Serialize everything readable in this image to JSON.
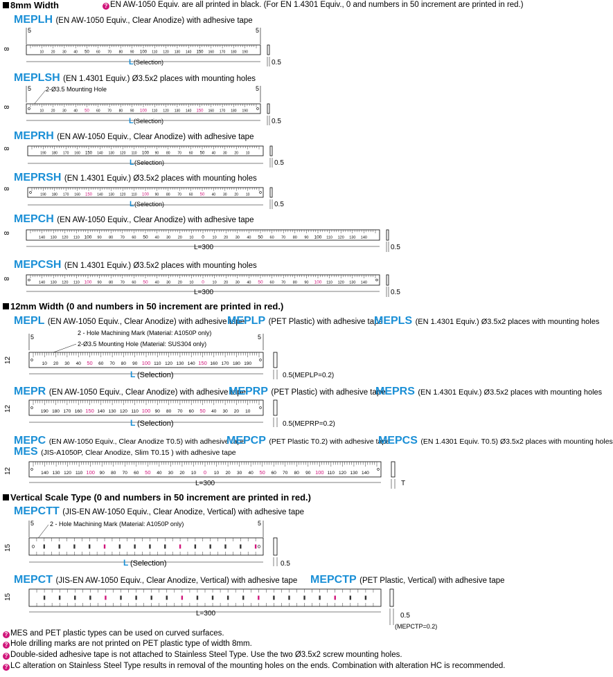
{
  "sections": {
    "s8": "8mm Width",
    "s12": "12mm Width (0 and numbers in 50 increment are printed in red.)",
    "vert": "Vertical Scale Type (0 and numbers in 50 increment are printed in red.)"
  },
  "header_note": "EN AW-1050 Equiv. are all printed in black. (For EN 1.4301 Equiv., 0 and numbers in 50 increment are printed in red.)",
  "products": {
    "meplh": {
      "code": "MEPLH",
      "desc": "(EN AW-1050 Equiv., Clear Anodize) with adhesive tape"
    },
    "meplsh": {
      "code": "MEPLSH",
      "desc": "(EN 1.4301 Equiv.) Ø3.5x2 places with mounting holes"
    },
    "meprh": {
      "code": "MEPRH",
      "desc": "(EN AW-1050 Equiv., Clear Anodize) with adhesive tape"
    },
    "meprsh": {
      "code": "MEPRSH",
      "desc": "(EN 1.4301 Equiv.) Ø3.5x2 places with mounting holes"
    },
    "mepch": {
      "code": "MEPCH",
      "desc": "(EN AW-1050 Equiv., Clear Anodize) with adhesive tape"
    },
    "mepcsh": {
      "code": "MEPCSH",
      "desc": "(EN 1.4301 Equiv.) Ø3.5x2 places with mounting holes"
    },
    "mepl": {
      "code": "MEPL",
      "desc": "(EN AW-1050 Equiv., Clear Anodize) with adhesive tape"
    },
    "meplp": {
      "code": "MEPLP",
      "desc": "(PET Plastic) with adhesive tape"
    },
    "mepls": {
      "code": "MEPLS",
      "desc": "(EN 1.4301 Equiv.) Ø3.5x2 places with mounting holes"
    },
    "mepr": {
      "code": "MEPR",
      "desc": "(EN AW-1050 Equiv., Clear Anodize) with adhesive tape"
    },
    "meprp": {
      "code": "MEPRP",
      "desc": "(PET Plastic) with adhesive tape"
    },
    "meprs": {
      "code": "MEPRS",
      "desc": "(EN 1.4301 Equiv.) Ø3.5x2 places with mounting holes"
    },
    "mepc": {
      "code": "MEPC",
      "desc": "(EN AW-1050 Equiv., Clear Anodize T0.5) with adhesive tape"
    },
    "mepcp": {
      "code": "MEPCP",
      "desc": "(PET Plastic T0.2) with adhesive tape"
    },
    "mepcs": {
      "code": "MEPCS",
      "desc": "(EN 1.4301 Equiv. T0.5) Ø3.5x2 places with mounting holes"
    },
    "mes": {
      "code": "MES",
      "desc": "(JIS-A1050P, Clear Anodize, Slim T0.15 ) with adhesive tape"
    },
    "mepctt": {
      "code": "MEPCTT",
      "desc": "(JIS-EN AW-1050 Equiv., Clear Anodize, Vertical) with adhesive tape"
    },
    "mepct": {
      "code": "MEPCT",
      "desc": "(JIS-EN AW-1050 Equiv., Clear Anodize, Vertical) with adhesive tape"
    },
    "mepctp": {
      "code": "MEPCTP",
      "desc": "(PET Plastic, Vertical) with adhesive tape"
    }
  },
  "dims": {
    "five": "5",
    "eight": "8",
    "twelve": "12",
    "fifteen": "15",
    "half": "0.5",
    "L": "L",
    "selection": "(Selection)",
    "l300": "L=300",
    "T": "T",
    "meplp_t": "0.5(MEPLP=0.2)",
    "meprp_t": "0.5(MEPRP=0.2)",
    "mepctp_t": "(MEPCTP=0.2)"
  },
  "callouts": {
    "mount_hole_8": "2-Ø3.5 Mounting Hole",
    "machining_mark_12": "2 - Hole Machining Mark (Material: A1050P only)",
    "mount_hole_12": "2-Ø3.5 Mounting Hole (Material: SUS304 only)",
    "machining_mark_v": "2 - Hole Machining Mark (Material: A1050P only)"
  },
  "scales": {
    "asc_8": [
      "10",
      "20",
      "30",
      "40",
      "50",
      "60",
      "70",
      "80",
      "90",
      "100",
      "110",
      "120",
      "130",
      "140",
      "150",
      "160",
      "170",
      "180",
      "190"
    ],
    "desc_8": [
      "190",
      "180",
      "170",
      "160",
      "150",
      "140",
      "130",
      "120",
      "110",
      "100",
      "90",
      "80",
      "70",
      "60",
      "50",
      "40",
      "30",
      "20",
      "10"
    ],
    "center": [
      "140",
      "130",
      "120",
      "110",
      "100",
      "90",
      "80",
      "70",
      "60",
      "50",
      "40",
      "30",
      "20",
      "10",
      "0",
      "10",
      "20",
      "30",
      "40",
      "50",
      "60",
      "70",
      "80",
      "90",
      "100",
      "110",
      "120",
      "130",
      "140"
    ],
    "asc_12": [
      "10",
      "20",
      "30",
      "40",
      "50",
      "60",
      "70",
      "80",
      "90",
      "100",
      "110",
      "120",
      "130",
      "140",
      "150",
      "160",
      "170",
      "180",
      "190"
    ],
    "desc_12": [
      "190",
      "180",
      "170",
      "160",
      "150",
      "140",
      "130",
      "120",
      "110",
      "100",
      "90",
      "80",
      "70",
      "60",
      "50",
      "40",
      "30",
      "20",
      "10"
    ]
  },
  "notes": [
    "MES and PET plastic types can be used on curved surfaces.",
    "Hole drilling marks are not printed on PET plastic type of width 8mm.",
    "Double-sided adhesive tape is not attached to Stainless Steel Type. Use the two Ø3.5x2 screw mounting holes.",
    "LC alteration on Stainless Steel Type results in removal of the mounting holes on the ends. Combination with alteration HC is recommended."
  ],
  "colors": {
    "accent": "#1a8fd6",
    "red": "#d0147a",
    "info": "#d0147a"
  }
}
